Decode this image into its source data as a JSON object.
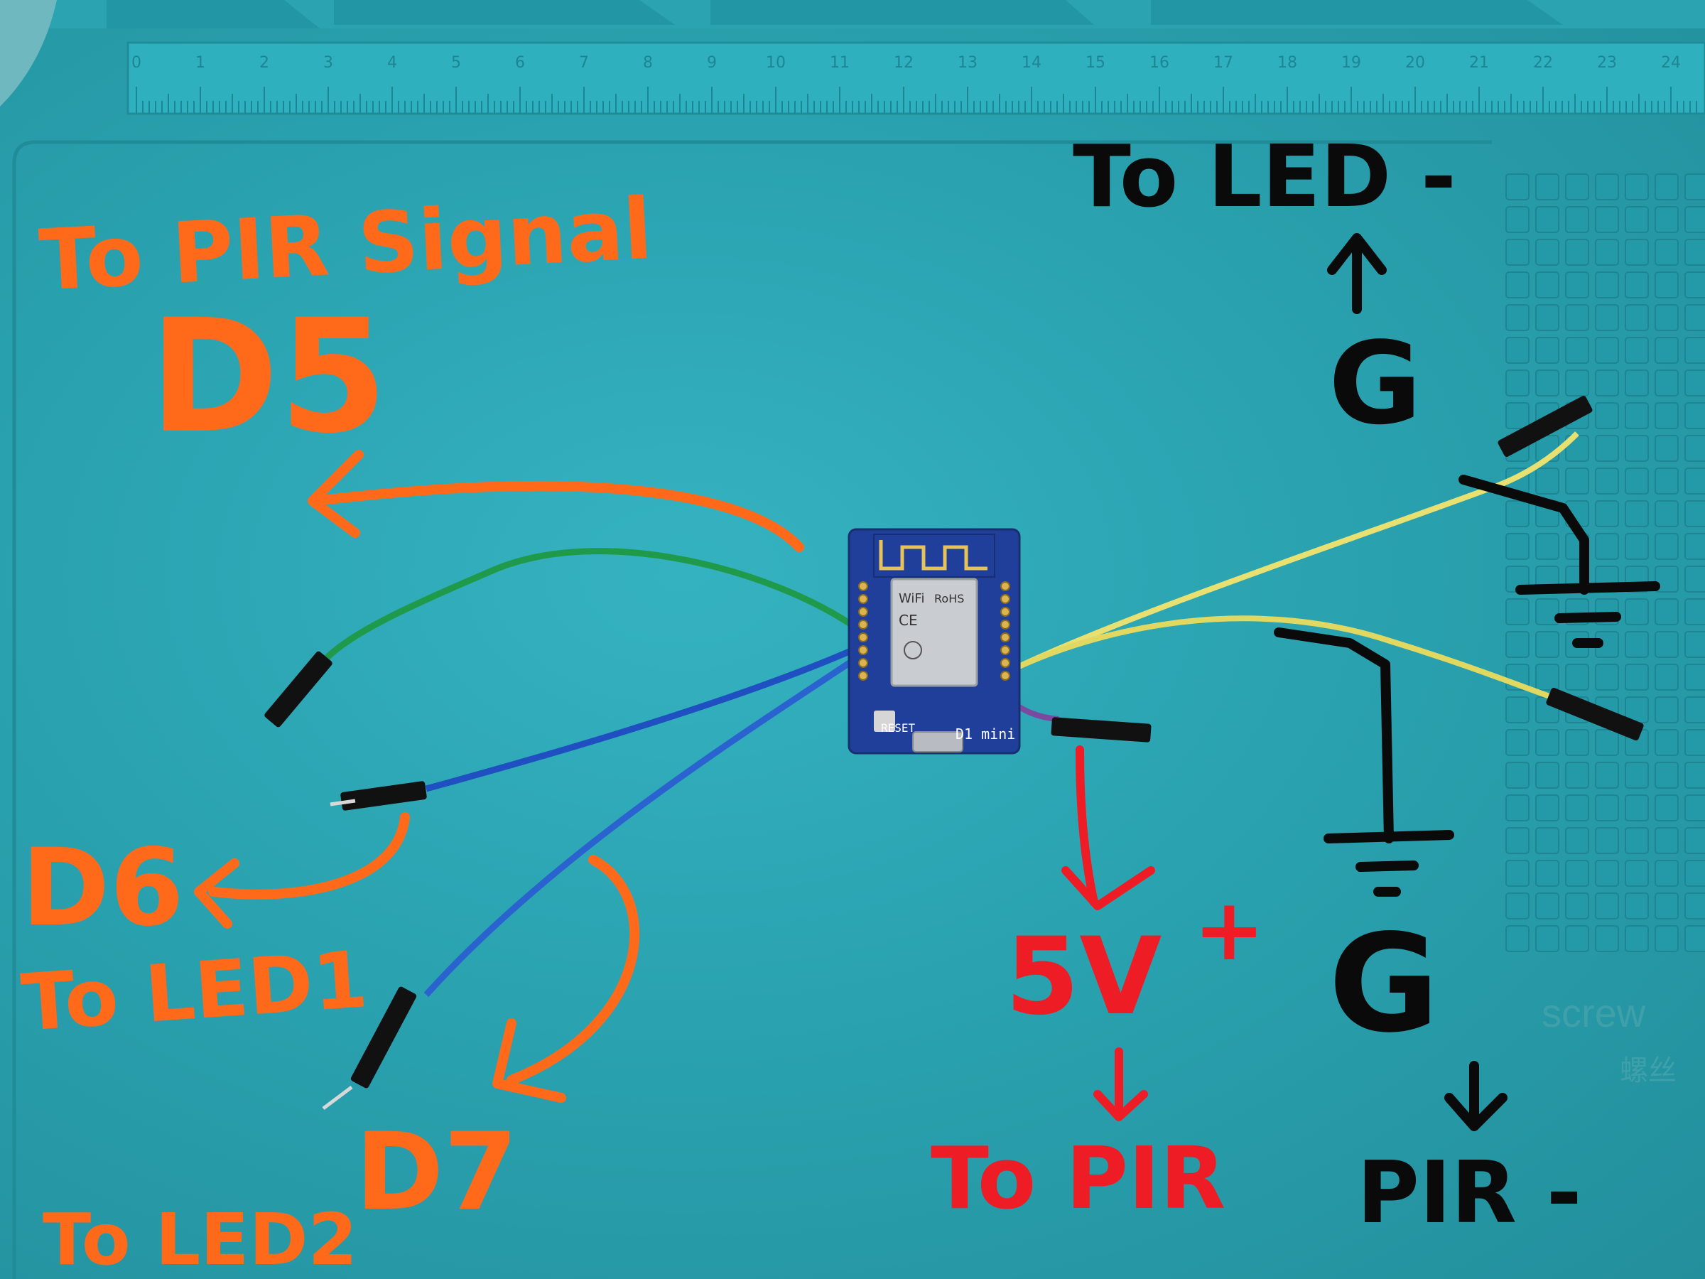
{
  "mat": {
    "ruler_numbers": [
      "0",
      "1",
      "2",
      "3",
      "4",
      "5",
      "6",
      "7",
      "8",
      "9",
      "10",
      "11",
      "12",
      "13",
      "14",
      "15",
      "16",
      "17",
      "18",
      "19",
      "20",
      "21",
      "22",
      "23",
      "24"
    ],
    "brand_text": "screw",
    "brand_subtext": "螺丝",
    "color": "#2ba3b1"
  },
  "board": {
    "name": "D1 mini",
    "reset_label": "RESET",
    "module_labels": [
      "WiFi",
      "RoHS",
      "CE"
    ],
    "color": "#1f3f9a"
  },
  "annotations": {
    "pir_signal": "To PIR Signal",
    "d5": "D5",
    "d6": "D6",
    "to_led1": "To LED1",
    "d7": "D7",
    "to_led2": "To LED2",
    "five_v": "5V",
    "plus": "+",
    "to_pir": "To PIR",
    "to_led_minus": "To LED -",
    "g_top": "G",
    "g_bottom": "G",
    "pir_minus": "PIR -"
  },
  "colors": {
    "orange": "#ff6a1a",
    "red": "#ee1c24",
    "black": "#0a0a0a",
    "wire_green": "#1f9a4a",
    "wire_blue": "#1f4fc0",
    "wire_yellow": "#e8e070"
  }
}
